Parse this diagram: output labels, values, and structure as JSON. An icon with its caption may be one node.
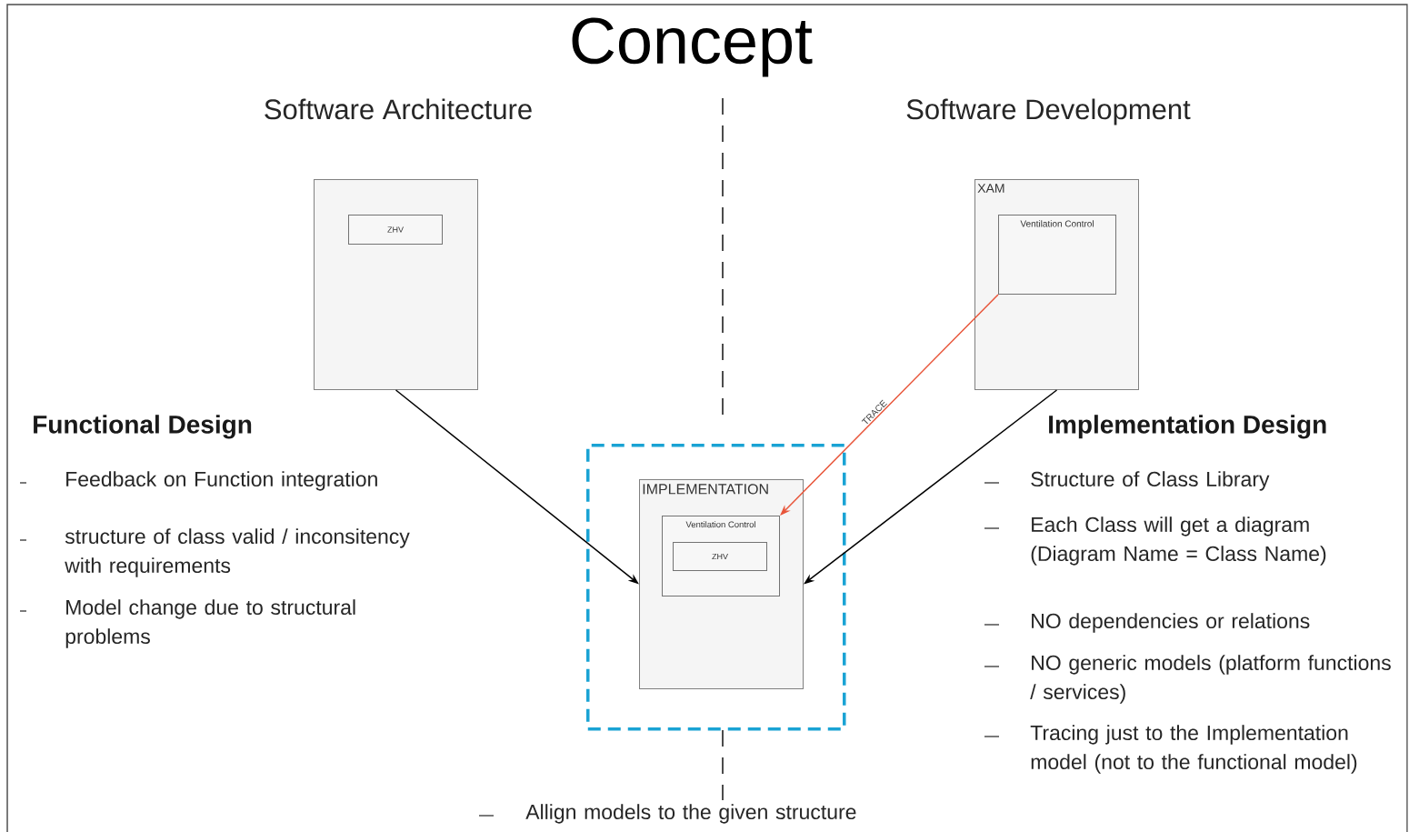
{
  "diagram": {
    "title": "Concept",
    "nodes": [
      {
        "text": [],
        "shape": "box"
      },
      {
        "text": [
          "ZHV"
        ],
        "in": 0
      },
      {
        "text": [
          "XAM"
        ]
      },
      {
        "text": [
          "Ventilation Control"
        ],
        "in": 2
      },
      {
        "text": [],
        "shape": "box"
      },
      {
        "text": [
          "IMPLEMENTATION"
        ],
        "in": 4
      },
      {
        "text": [
          "Ventilation Control"
        ],
        "in": 5
      },
      {
        "text": [
          "ZHV"
        ],
        "in": 6
      }
    ],
    "edges": [
      {
        "from": 0,
        "to": 5,
        "arrow": "to"
      },
      {
        "from": 2,
        "to": 5,
        "arrow": "to"
      },
      {
        "from": 3,
        "to": 6,
        "arrow": "to",
        "label": "TRACE",
        "color": "#e8553a"
      }
    ],
    "labels": [
      "Software Architecture",
      "Software Development",
      "Functional Design",
      "Feedback on Function integration",
      "structure of class valid / inconsitency with requirements",
      "Model change due to structural problems",
      "Implementation Design",
      "Structure of Class Library",
      "Each Class will get a diagram (Diagram Name = Class Name)",
      "NO dependencies or relations",
      "NO generic models (platform functions / services)",
      "Tracing just to the Implementation model (not to the functional model)",
      "Allign models to the given structure"
    ]
  }
}
